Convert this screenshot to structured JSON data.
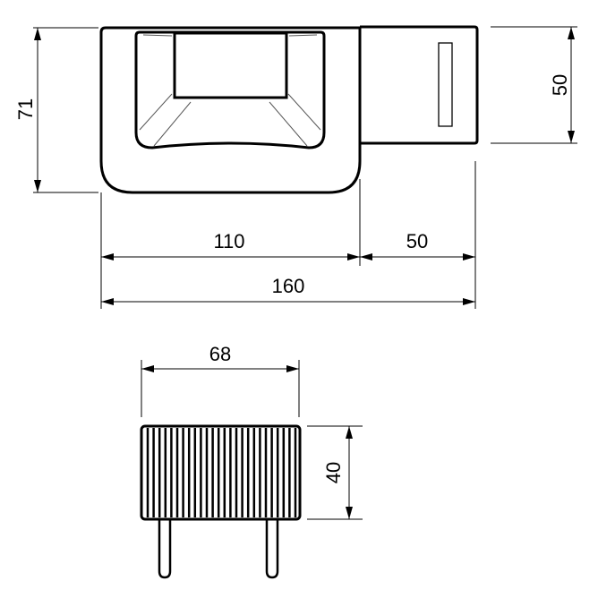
{
  "dimensions": {
    "height_total": "71",
    "height_right": "50",
    "width_left": "110",
    "width_right": "50",
    "width_total": "160",
    "plug_width": "68",
    "plug_height": "40"
  },
  "colors": {
    "line": "#000000",
    "background": "#ffffff"
  }
}
